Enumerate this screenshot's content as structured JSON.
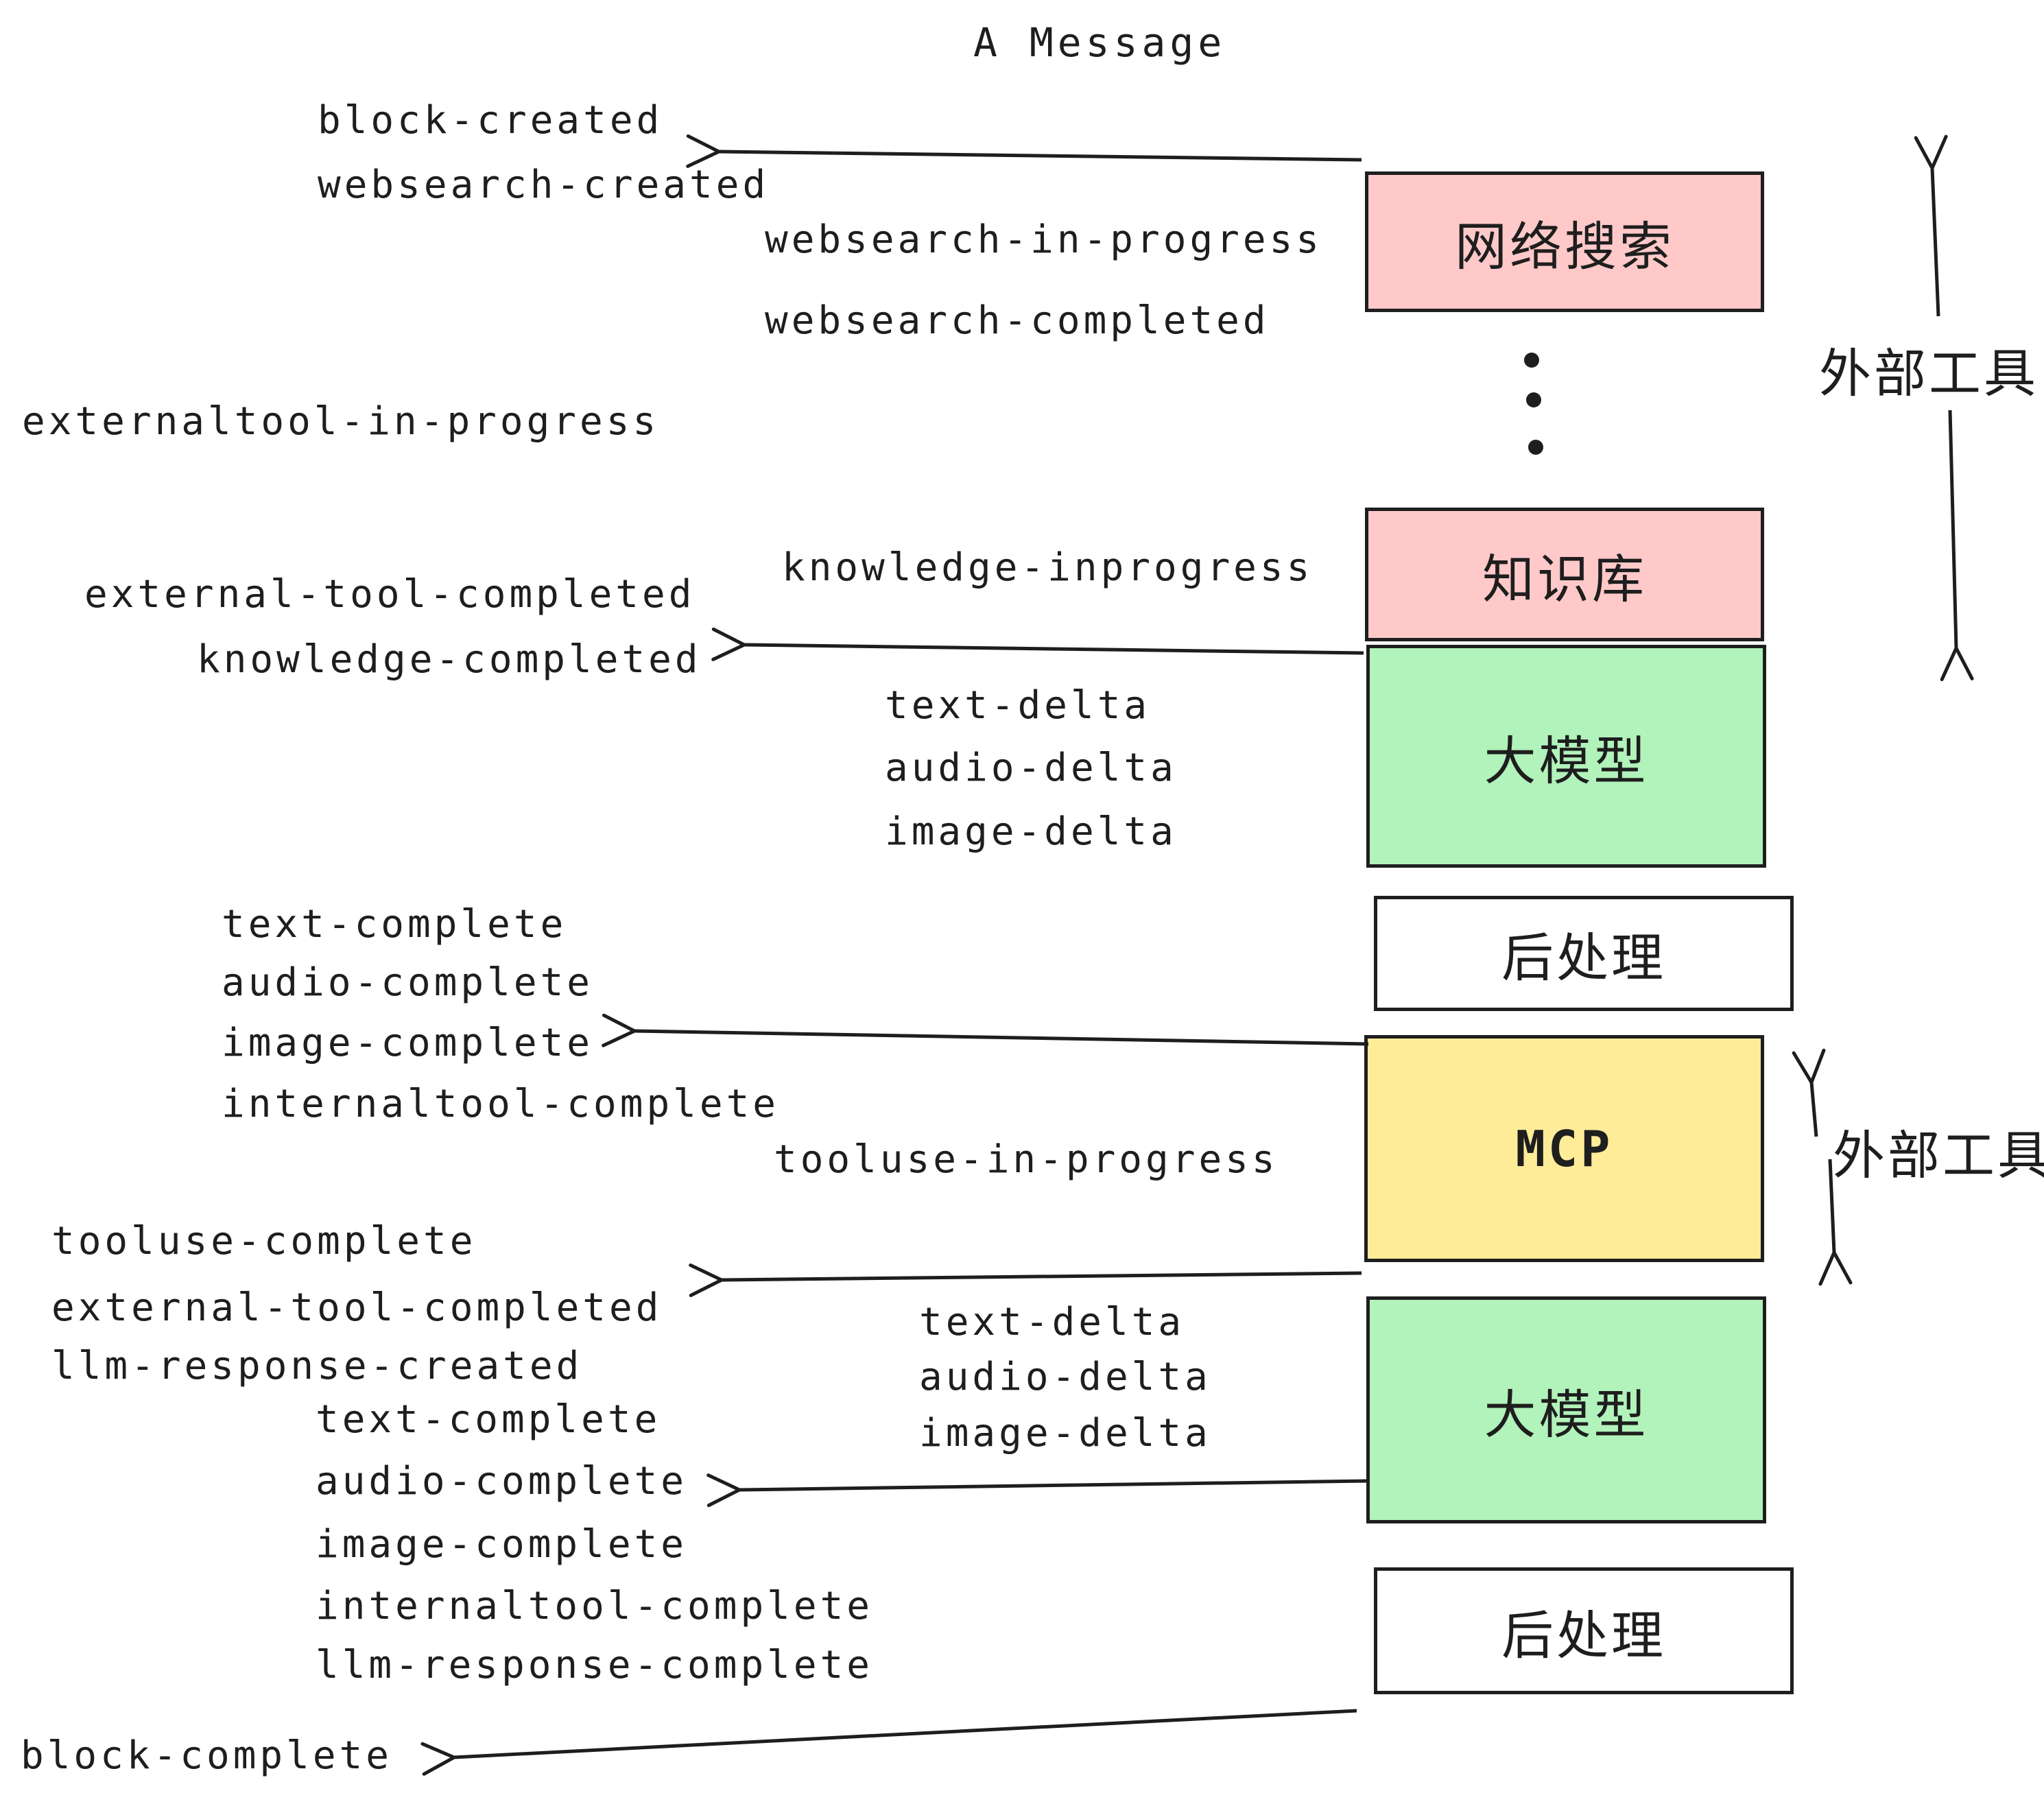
{
  "title": "A Message",
  "boxes": {
    "websearch": {
      "label": "网络搜索",
      "color": "#ffc9c9"
    },
    "knowledge": {
      "label": "知识库",
      "color": "#ffc9c9"
    },
    "llm1": {
      "label": "大模型",
      "color": "#b2f2bb"
    },
    "post1": {
      "label": "后处理",
      "color": "#ffffff"
    },
    "mcp": {
      "label": "MCP",
      "color": "#ffec99"
    },
    "llm2": {
      "label": "大模型",
      "color": "#b2f2bb"
    },
    "post2": {
      "label": "后处理",
      "color": "#ffffff"
    }
  },
  "side_labels": {
    "external_tools_top": "外部工具",
    "external_tools_bottom": "外部工具"
  },
  "colors": {
    "stroke": "#1e1e1e",
    "pink": "#ffc9c9",
    "green": "#b2f2bb",
    "yellow": "#ffec99"
  },
  "events": {
    "block_created": "block-created",
    "websearch_created": "websearch-created",
    "websearch_in_progress": "websearch-in-progress",
    "websearch_completed": "websearch-completed",
    "externaltool_in_progress": "externaltool-in-progress",
    "knowledge_inprogress": "knowledge-inprogress",
    "external_tool_completed_1": "external-tool-completed",
    "knowledge_completed": "knowledge-completed",
    "delta1": [
      "text-delta",
      "audio-delta",
      "image-delta"
    ],
    "complete1": [
      "text-complete",
      "audio-complete",
      "image-complete",
      "internaltool-complete"
    ],
    "tooluse_in_progress": "tooluse-in-progress",
    "tooluse_complete": "tooluse-complete",
    "external_tool_completed_2": "external-tool-completed",
    "llm_response_created": "llm-response-created",
    "complete2": [
      "text-complete",
      "audio-complete",
      "image-complete",
      "internaltool-complete",
      "llm-response-complete"
    ],
    "block_complete": "block-complete",
    "delta2": [
      "text-delta",
      "audio-delta",
      "image-delta"
    ]
  }
}
